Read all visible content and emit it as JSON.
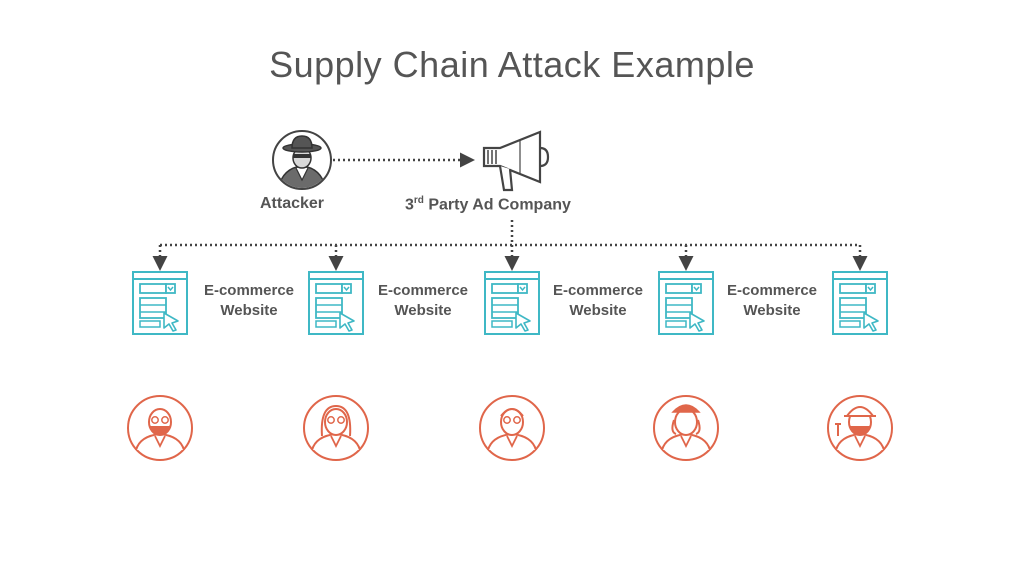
{
  "title": "Supply Chain Attack Example",
  "attacker": {
    "label": "Attacker",
    "icon": "spy-icon"
  },
  "ad_company": {
    "label_prefix": "3",
    "label_sup": "rd",
    "label_rest": " Party Ad Company",
    "icon": "megaphone-icon"
  },
  "websites": [
    {
      "line1": "E-commerce",
      "line2": "Website"
    },
    {
      "line1": "E-commerce",
      "line2": "Website"
    },
    {
      "line1": "E-commerce",
      "line2": "Website"
    },
    {
      "line1": "E-commerce",
      "line2": "Website"
    }
  ],
  "colors": {
    "text": "#555555",
    "website": "#3fb8c5",
    "user": "#e0664a",
    "line": "#444444"
  }
}
